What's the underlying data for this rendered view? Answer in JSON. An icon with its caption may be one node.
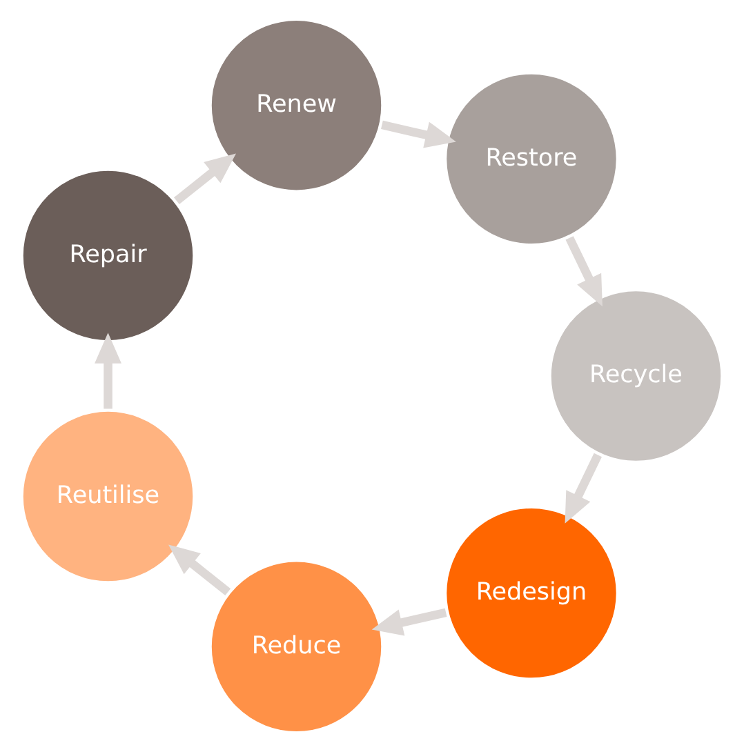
{
  "diagram": {
    "nodes": [
      {
        "text": [
          "Redesign"
        ]
      },
      {
        "text": [
          "Reduce"
        ]
      },
      {
        "text": [
          "Reutilise"
        ]
      },
      {
        "text": [
          "Repair"
        ]
      },
      {
        "text": [
          "Renew"
        ]
      },
      {
        "text": [
          "Restore"
        ]
      },
      {
        "text": [
          "Recycle"
        ]
      }
    ],
    "edges": [
      {
        "from": 0,
        "to": 1,
        "arrow": "to"
      },
      {
        "from": 1,
        "to": 2,
        "arrow": "to"
      },
      {
        "from": 2,
        "to": 3,
        "arrow": "to"
      },
      {
        "from": 3,
        "to": 4,
        "arrow": "to"
      },
      {
        "from": 4,
        "to": 5,
        "arrow": "to"
      },
      {
        "from": 5,
        "to": 6,
        "arrow": "to"
      },
      {
        "from": 6,
        "to": 0,
        "arrow": "to"
      }
    ]
  }
}
